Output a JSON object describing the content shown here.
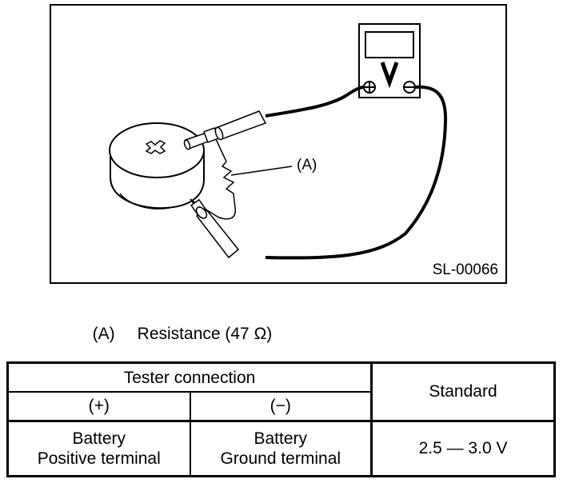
{
  "figure": {
    "id_label": "SL-00066",
    "meter": {
      "unit_label": "V",
      "positive_terminal_symbol": "⊕",
      "negative_terminal_symbol": "⊖"
    },
    "callout_label": "(A)",
    "component_marking": "✕"
  },
  "legend": {
    "items": [
      {
        "key": "(A)",
        "text": "Resistance (47 Ω)"
      }
    ]
  },
  "table": {
    "header": {
      "group_label": "Tester connection",
      "positive_label": "(+)",
      "negative_label": "(−)",
      "standard_label": "Standard"
    },
    "rows": [
      {
        "positive": [
          "Battery",
          "Positive terminal"
        ],
        "negative": [
          "Battery",
          "Ground terminal"
        ],
        "standard": "2.5 — 3.0 V"
      }
    ]
  }
}
